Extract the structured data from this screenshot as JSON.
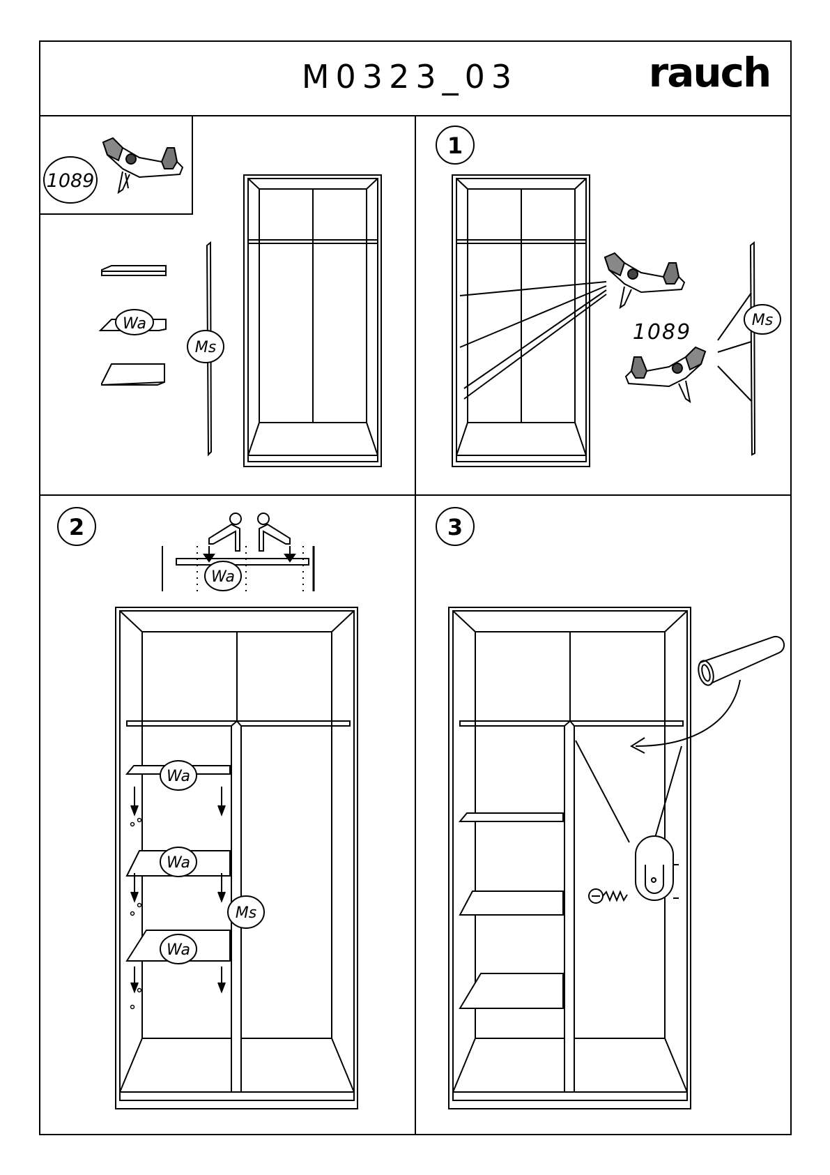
{
  "header": {
    "doc_code": "M0323_03",
    "brand": "rauch"
  },
  "panel_parts": {
    "part_number": "1089",
    "shelf_label": "Wa",
    "divider_label": "Ms"
  },
  "panel_step1": {
    "step_number": "1",
    "part_number": "1089",
    "divider_label": "Ms"
  },
  "panel_step2": {
    "step_number": "2",
    "shelf_label_top": "Wa",
    "shelf_label_1": "Wa",
    "shelf_label_2": "Wa",
    "shelf_label_3": "Wa",
    "divider_label": "Ms"
  },
  "panel_step3": {
    "step_number": "3"
  },
  "icons": [
    "clip-1089-icon",
    "shelf-icon",
    "divider-panel-icon",
    "person-icon",
    "arrow-down-icon",
    "rail-icon",
    "rail-bracket-icon",
    "screw-icon"
  ]
}
